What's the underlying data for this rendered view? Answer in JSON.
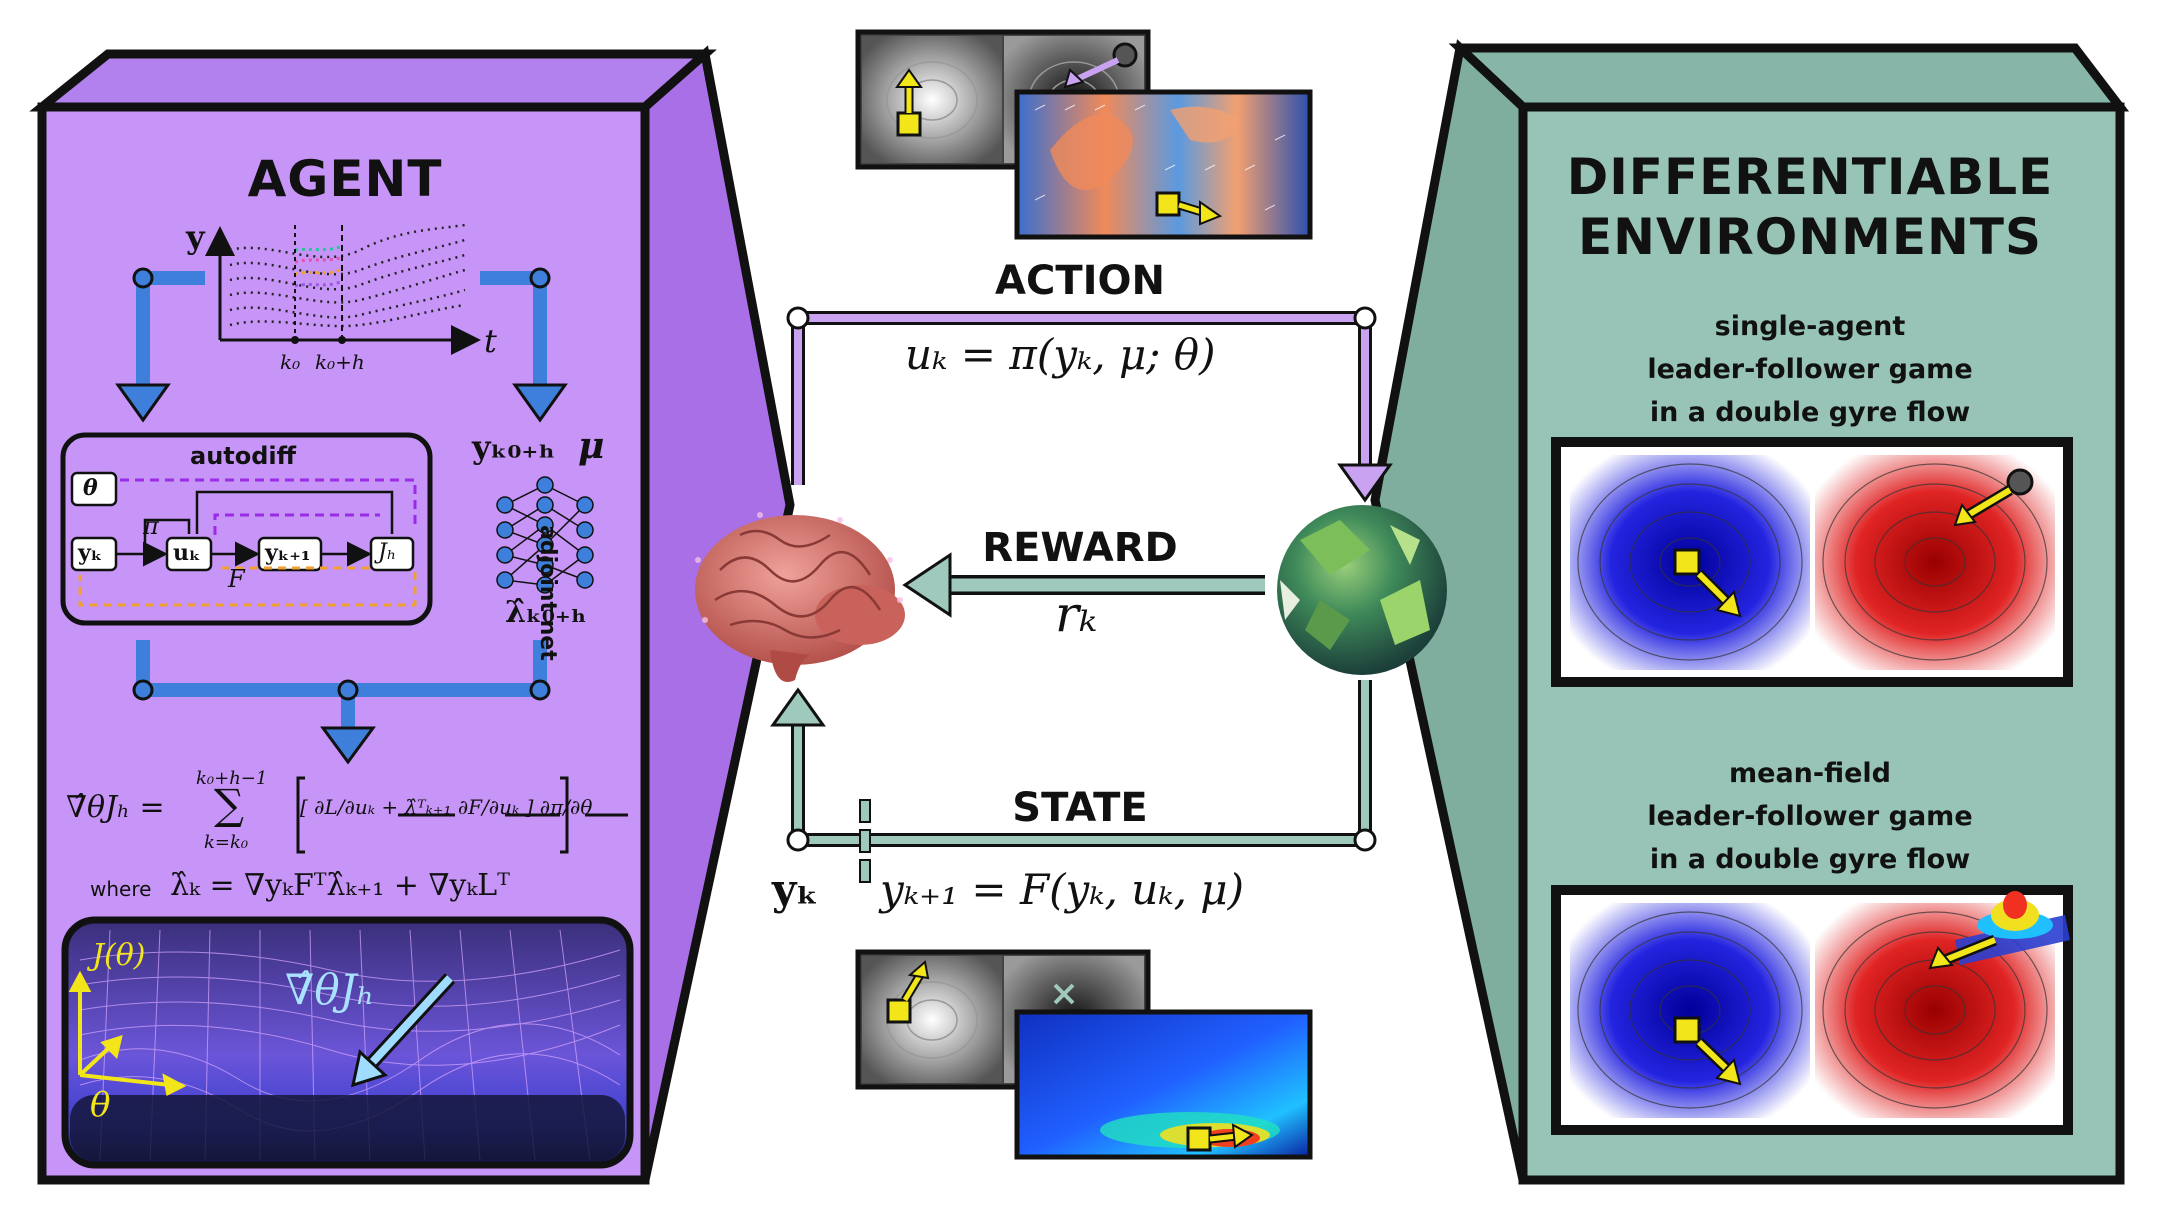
{
  "agent": {
    "title": "AGENT",
    "plot": {
      "y_axis": "y",
      "t_axis": "t",
      "tick_k0": "k₀",
      "tick_k0h": "k₀+h"
    },
    "autodiff_label": "autodiff",
    "theta_box": "θ",
    "yk_box": "yₖ",
    "uk_box": "uₖ",
    "yk1_box": "yₖ₊₁",
    "jh_box": "Jₕ",
    "pi_label": "π",
    "f_label": "F",
    "y_k0h": "yₖ₀₊ₕ",
    "mu_symbol": "μ",
    "adjoint_net_label": "adjoint net",
    "lambda_k0h": "λ̂ₖ₀₊ₕ",
    "grad_eq_lhs": "∇̂θJₕ =",
    "grad_sum_top": "k₀+h−1",
    "grad_sum_bottom": "k=k₀",
    "grad_eq_body": "[ ∂L/∂uₖ + λ̂ᵀₖ₊₁ ∂F/∂uₖ ] ∂π/∂θ",
    "where_label": "where",
    "adjoint_eq": "λ̂ₖ = ∇yₖFᵀλ̂ₖ₊₁ + ∇yₖLᵀ",
    "landscape": {
      "j_label": "J(θ)",
      "theta_label": "θ",
      "grad_label": "∇̂θJₕ"
    }
  },
  "loop": {
    "action_label": "ACTION",
    "action_eq": "uₖ = π(yₖ, μ; θ)",
    "reward_label": "REWARD",
    "reward_symbol": "rₖ",
    "state_label": "STATE",
    "state_yk": "yₖ",
    "state_eq": "yₖ₊₁ = F(yₖ, uₖ, μ)"
  },
  "environments": {
    "title_line1": "DIFFERENTIABLE",
    "title_line2": "ENVIRONMENTS",
    "single_line1": "single-agent",
    "single_line2": "leader-follower game",
    "single_line3": "in a double gyre flow",
    "mean_line1": "mean-field",
    "mean_line2": "leader-follower game",
    "mean_line3": "in a double gyre flow"
  },
  "colors": {
    "agent_purple": "#c695f7",
    "agent_top": "#b381ee",
    "env_teal": "#97c4b7",
    "action_arrow": "#c9a2f2",
    "reward_arrow": "#9fc9bd",
    "blue_arrow": "#3f7fdc"
  }
}
